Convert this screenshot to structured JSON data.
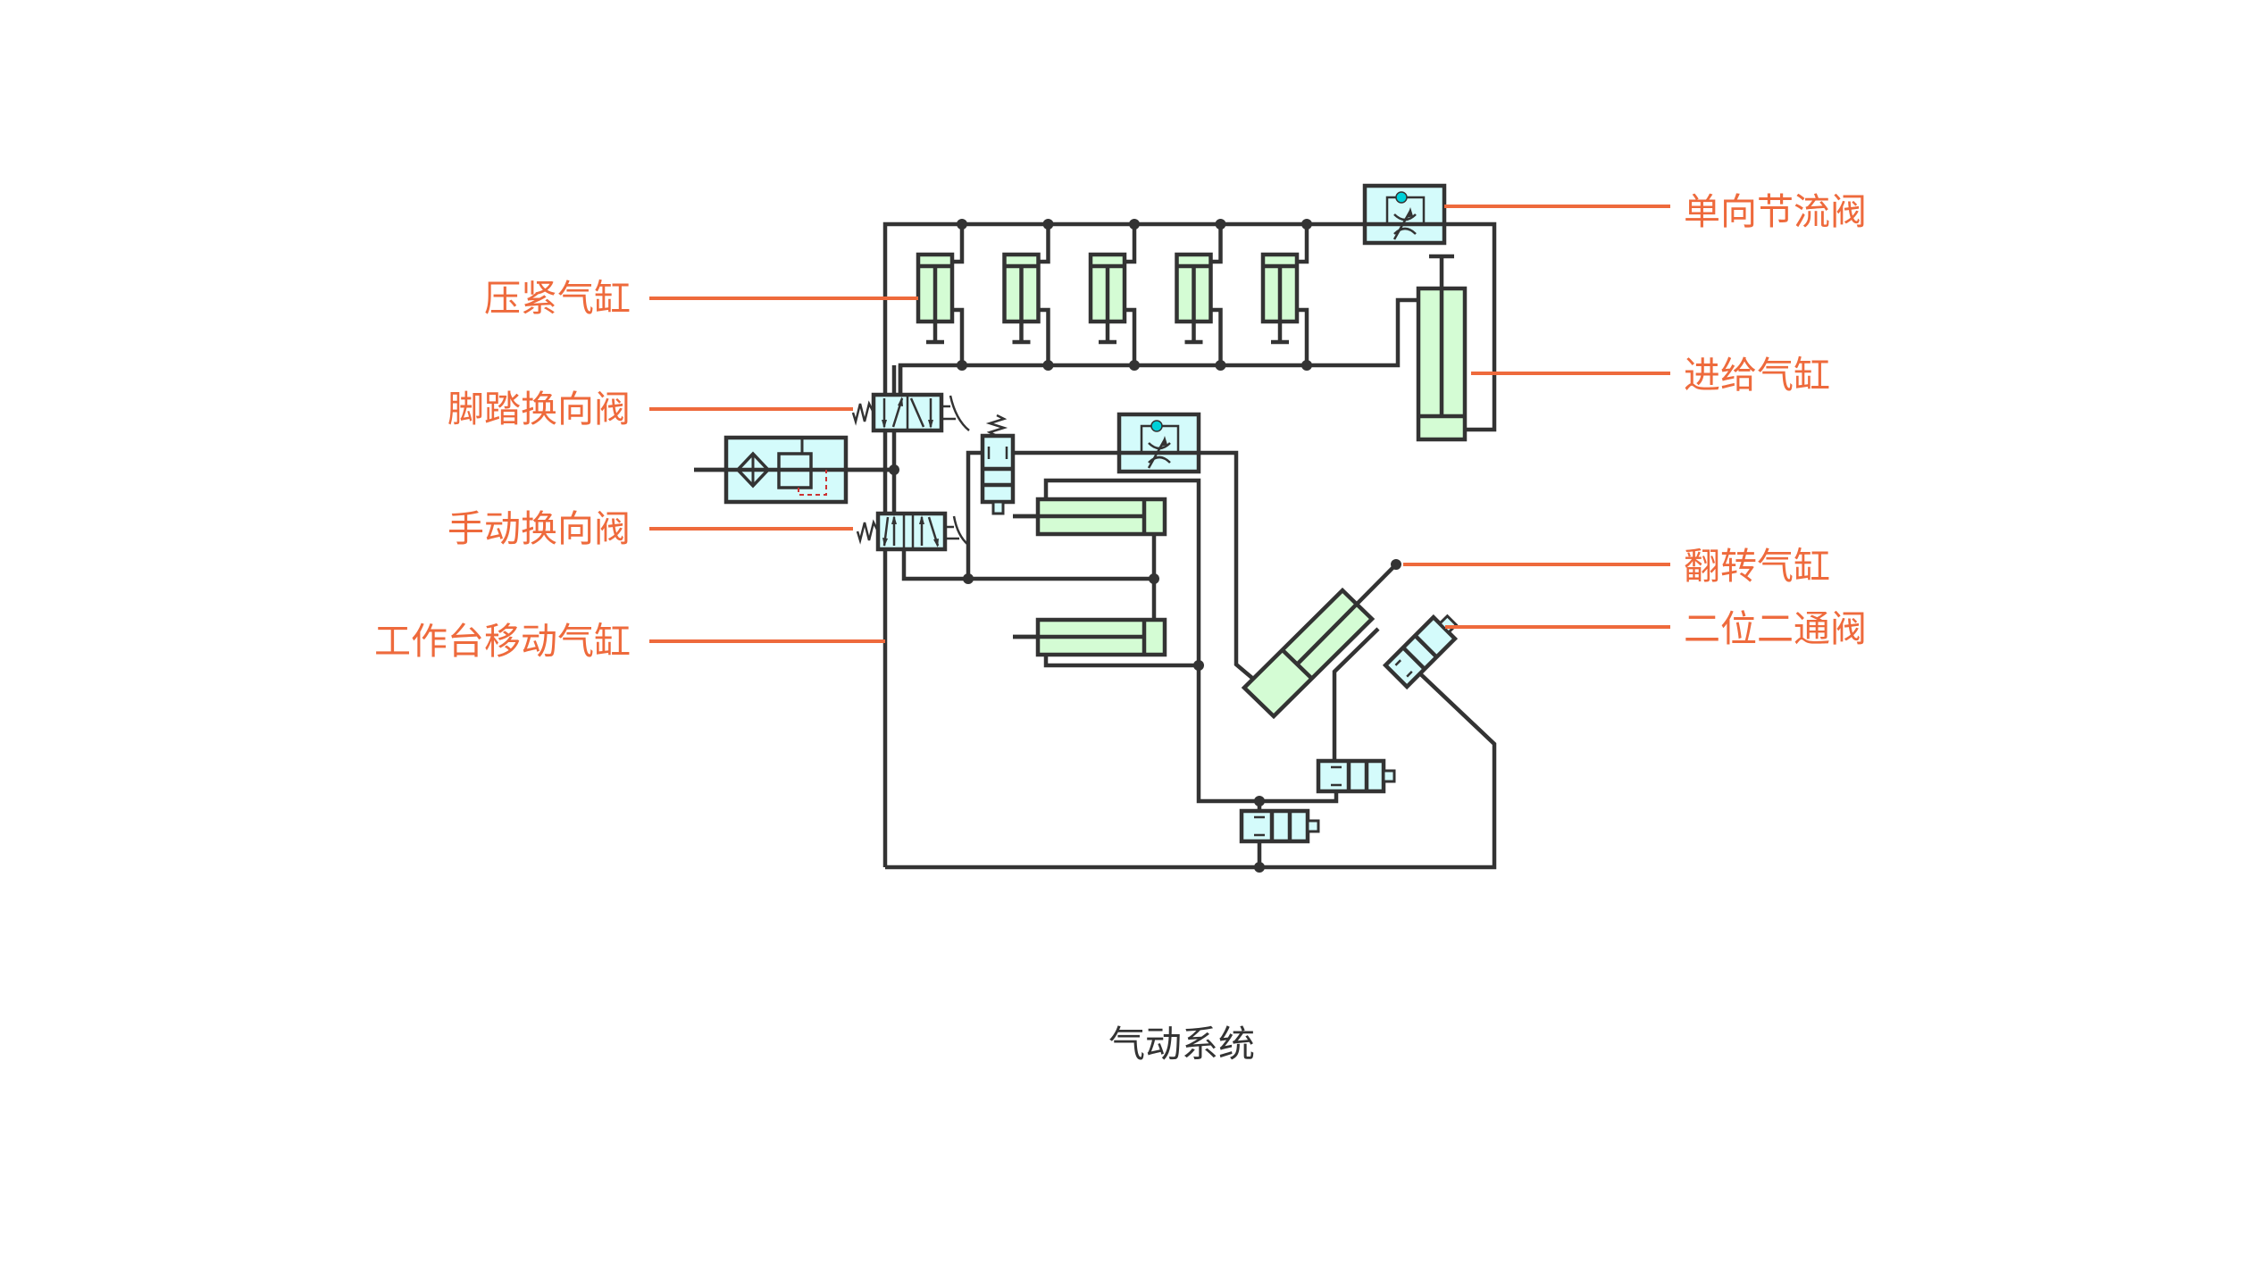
{
  "diagram": {
    "title": "气动系统",
    "colors": {
      "label": "#ee6a3c",
      "line": "#333333",
      "cylinder_fill": "#d4fcd4",
      "valve_fill": "#d4fbfb",
      "check_ball": "#00d0d8",
      "drain_dashed": "#cc3333"
    },
    "labels": {
      "clamp_cylinder": "压紧气缸",
      "foot_valve": "脚踏换向阀",
      "manual_valve": "手动换向阀",
      "table_cylinder": "工作台移动气缸",
      "check_throttle_valve": "单向节流阀",
      "feed_cylinder": "进给气缸",
      "flip_cylinder": "翻转气缸",
      "two_way_valve": "二位二通阀"
    },
    "components": {
      "clamp_cylinder_count": 5,
      "table_cylinder_count": 2
    }
  }
}
